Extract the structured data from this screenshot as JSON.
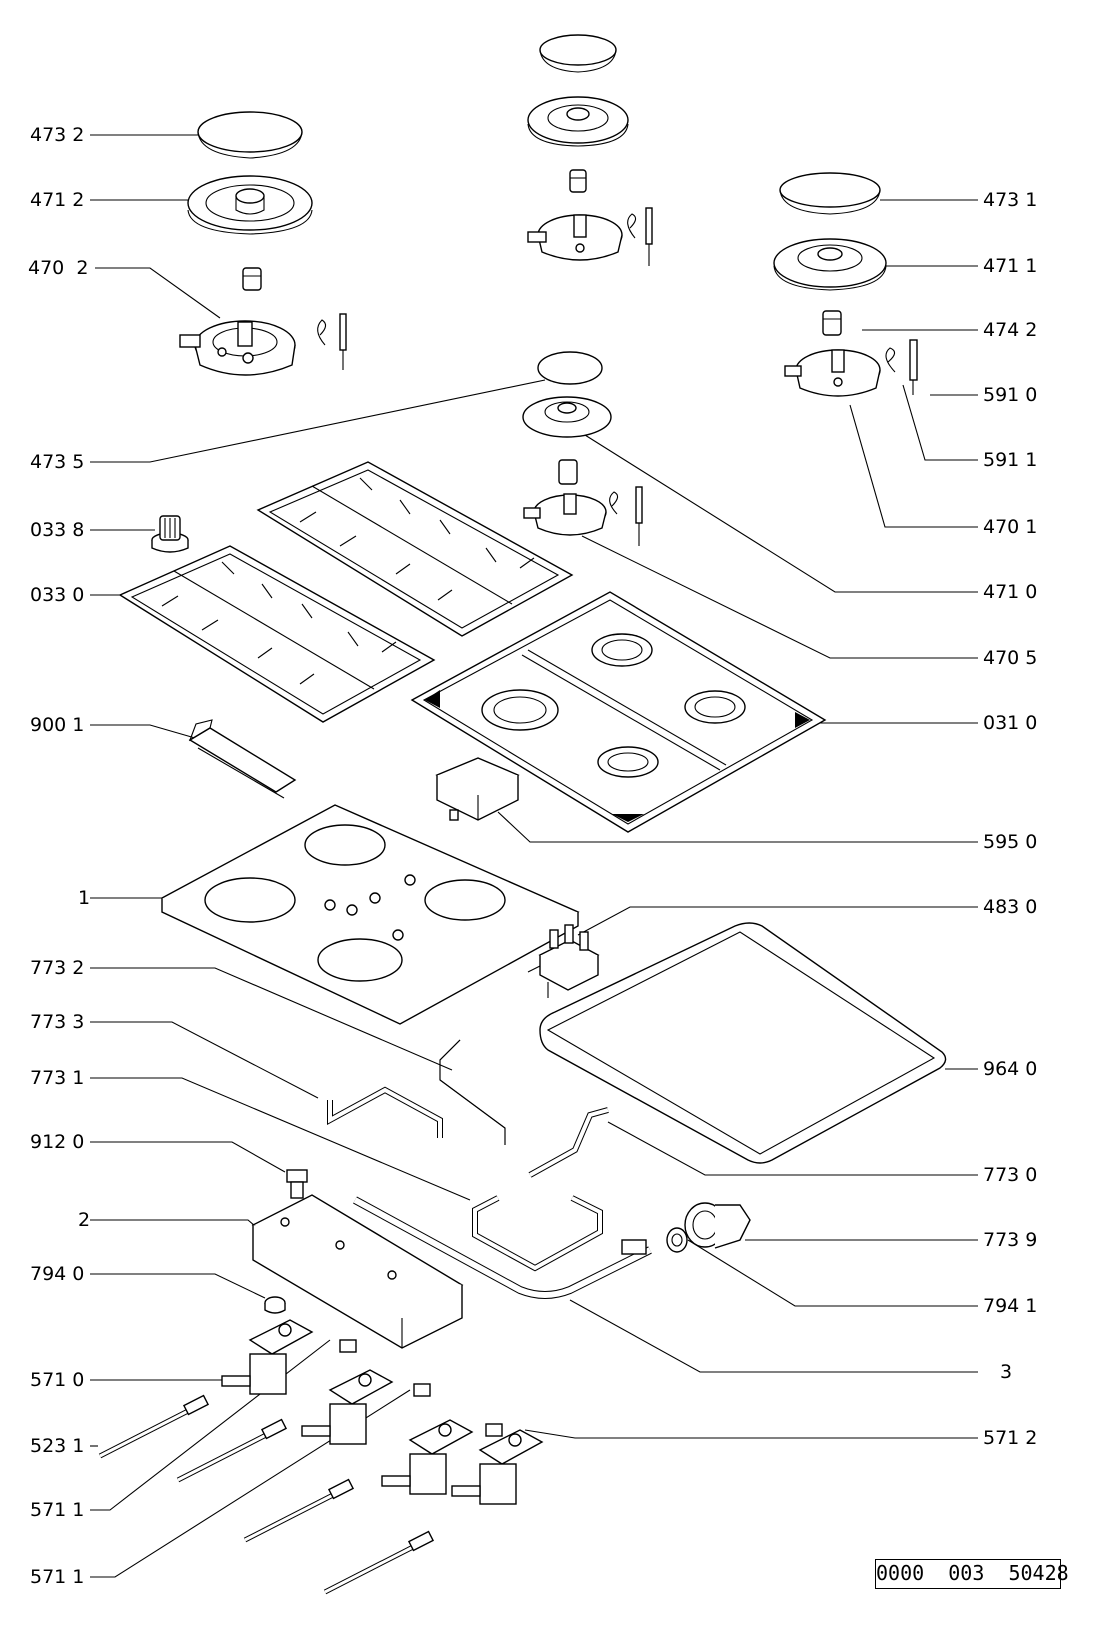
{
  "labels_left": [
    {
      "id": "473-2-left",
      "text": "473 2"
    },
    {
      "id": "471-2-left",
      "text": "471 2"
    },
    {
      "id": "470-2-left",
      "text": "470  2"
    },
    {
      "id": "473-5-left",
      "text": "473 5"
    },
    {
      "id": "033-8-left",
      "text": "033 8"
    },
    {
      "id": "033-0-left",
      "text": "033 0"
    },
    {
      "id": "900-1-left",
      "text": "900 1"
    },
    {
      "id": "1-left",
      "text": "1"
    },
    {
      "id": "773-2-left",
      "text": "773 2"
    },
    {
      "id": "773-3-left",
      "text": "773 3"
    },
    {
      "id": "773-1-left",
      "text": "773 1"
    },
    {
      "id": "912-0-left",
      "text": "912 0"
    },
    {
      "id": "2-left",
      "text": "2"
    },
    {
      "id": "794-0-left",
      "text": "794 0"
    },
    {
      "id": "571-0-left",
      "text": "571 0"
    },
    {
      "id": "523-1-left",
      "text": "523 1"
    },
    {
      "id": "571-1a-left",
      "text": "571 1"
    },
    {
      "id": "571-1b-left",
      "text": "571 1"
    }
  ],
  "labels_right": [
    {
      "id": "473-1-right",
      "text": "473 1"
    },
    {
      "id": "471-1-right",
      "text": "471 1"
    },
    {
      "id": "474-2-right",
      "text": "474 2"
    },
    {
      "id": "591-0-right",
      "text": "591 0"
    },
    {
      "id": "591-1-right",
      "text": "591 1"
    },
    {
      "id": "470-1-right",
      "text": "470 1"
    },
    {
      "id": "471-0-right",
      "text": "471 0"
    },
    {
      "id": "470-5-right",
      "text": "470 5"
    },
    {
      "id": "031-0-right",
      "text": "031 0"
    },
    {
      "id": "595-0-right",
      "text": "595 0"
    },
    {
      "id": "483-0-right",
      "text": "483 0"
    },
    {
      "id": "964-0-right",
      "text": "964 0"
    },
    {
      "id": "773-0-right",
      "text": "773 0"
    },
    {
      "id": "773-9-right",
      "text": "773 9"
    },
    {
      "id": "794-1-right",
      "text": "794 1"
    },
    {
      "id": "3-right",
      "text": "3"
    },
    {
      "id": "571-2-right",
      "text": "571 2"
    }
  ],
  "reference_number": "0000  003  50428"
}
